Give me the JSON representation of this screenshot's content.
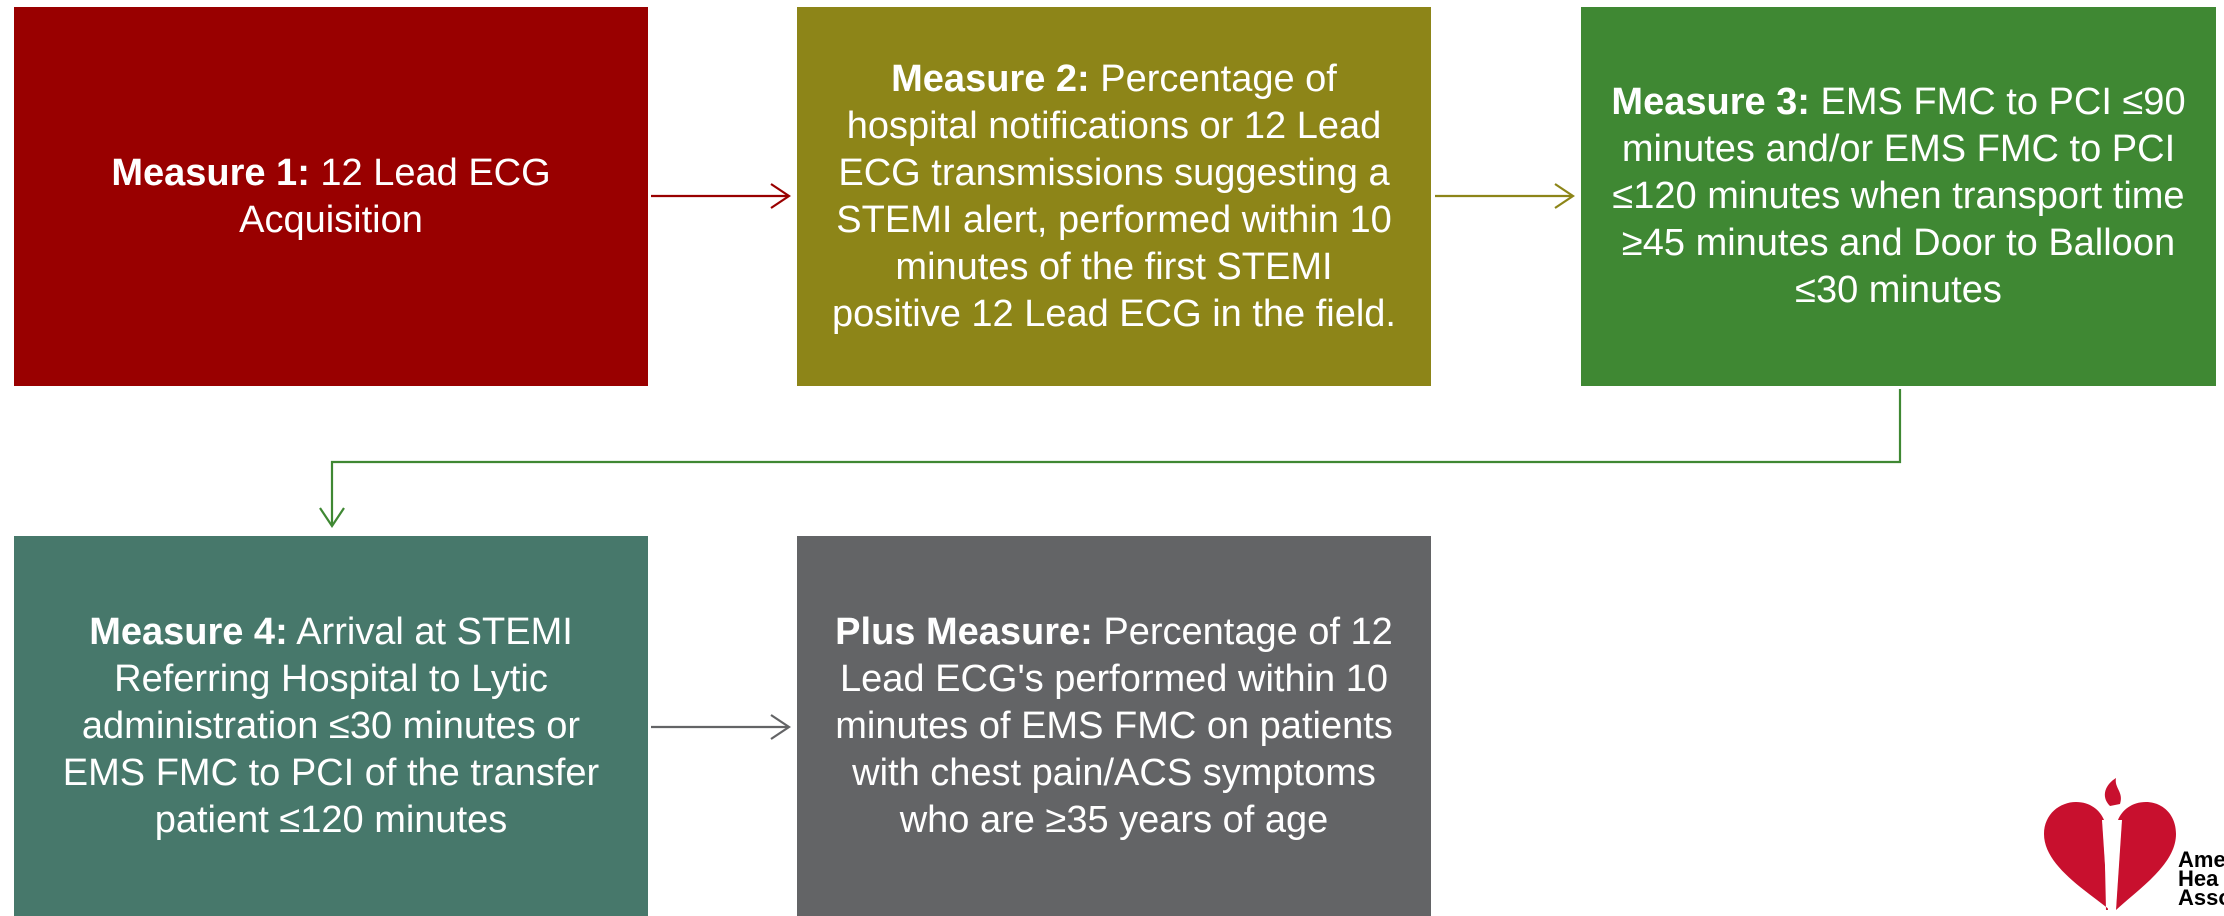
{
  "measures": [
    {
      "id": "measure-1",
      "bold": "Measure 1:",
      "text": " 12 Lead ECG Acquisition",
      "color": "#990000"
    },
    {
      "id": "measure-2",
      "bold": "Measure 2:",
      "text": " Percentage of hospital notifications or 12 Lead ECG transmissions suggesting a STEMI alert, performed within 10 minutes of the first STEMI positive 12 Lead ECG in the field.",
      "color": "#8d8518"
    },
    {
      "id": "measure-3",
      "bold": "Measure 3:",
      "text": " EMS FMC to PCI ≤90 minutes and/or EMS FMC to PCI ≤120 minutes when transport time ≥45 minutes and Door to Balloon ≤30 minutes",
      "color": "#3f8833"
    },
    {
      "id": "measure-4",
      "bold": "Measure 4:",
      "text": " Arrival at STEMI Referring Hospital to Lytic administration ≤30 minutes or EMS FMC to PCI of the transfer patient ≤120 minutes",
      "color": "#47786b"
    },
    {
      "id": "plus-measure",
      "bold": "Plus Measure:",
      "text": " Percentage of 12 Lead ECG's performed within 10 minutes of EMS FMC on patients with chest pain/ACS symptoms who are ≥35 years of age",
      "color": "#636466"
    }
  ],
  "connectors": [
    {
      "from": "measure-1",
      "to": "measure-2",
      "color": "#990000"
    },
    {
      "from": "measure-2",
      "to": "measure-3",
      "color": "#8d8518"
    },
    {
      "from": "measure-3",
      "to": "measure-4",
      "color": "#3f8833"
    },
    {
      "from": "measure-4",
      "to": "plus-measure",
      "color": "#636466"
    }
  ],
  "logo": {
    "icon": "heart-torch-icon",
    "text": "Ame\nHea\nAsso",
    "color": "#c8102e"
  }
}
